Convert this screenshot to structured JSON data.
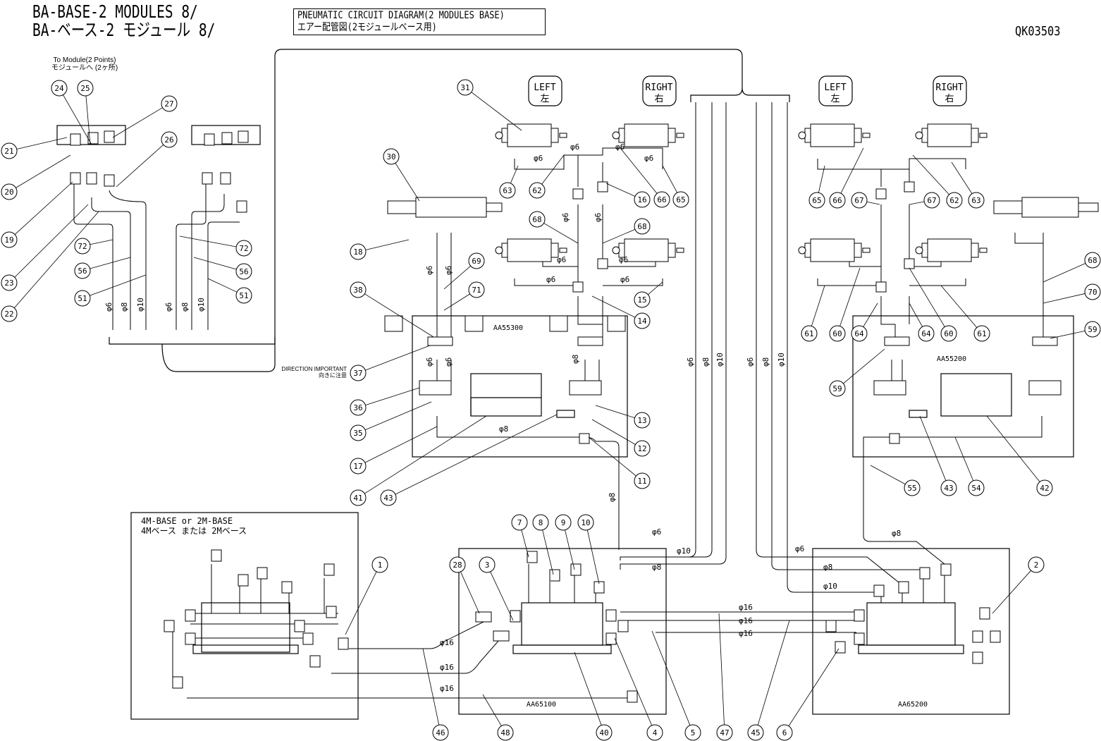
{
  "header": {
    "title_en": "BA-BASE-2 MODULES 8/",
    "title_jp": "BA-ベース-2 モジュール 8/",
    "subtitle_en": "PNEUMATIC CIRCUIT DIAGRAM(2 MODULES BASE)",
    "subtitle_jp": "エアー配管図(2モジュールベース用)",
    "drawing_number": "QK03503"
  },
  "notes": {
    "to_module_en": "To Module(2 Points)",
    "to_module_jp": "モジュールへ (2ヶ所)",
    "direction_en": "DIRECTION IMPORTANT",
    "direction_jp": "向きに注意",
    "base_en": "4M-BASE   or   2M-BASE",
    "base_jp": "4Mベース  または  2Mベース"
  },
  "side_labels": [
    {
      "en": "LEFT",
      "jp": "左"
    },
    {
      "en": "RIGHT",
      "jp": "右"
    },
    {
      "en": "LEFT",
      "jp": "左"
    },
    {
      "en": "RIGHT",
      "jp": "右"
    }
  ],
  "unit_labels": [
    "AA55300",
    "AA55200",
    "AA65100",
    "AA65200"
  ],
  "balloons": [
    "24",
    "25",
    "27",
    "21",
    "26",
    "20",
    "19",
    "72",
    "23",
    "56",
    "22",
    "51",
    "72",
    "56",
    "51",
    "31",
    "30",
    "63",
    "62",
    "16",
    "66",
    "65",
    "68",
    "68",
    "18",
    "69",
    "38",
    "71",
    "15",
    "14",
    "37",
    "36",
    "35",
    "13",
    "12",
    "17",
    "11",
    "41",
    "43",
    "65",
    "66",
    "67",
    "67",
    "62",
    "63",
    "68",
    "70",
    "59",
    "61",
    "60",
    "64",
    "64",
    "60",
    "61",
    "59",
    "55",
    "43",
    "54",
    "42",
    "1",
    "7",
    "8",
    "9",
    "10",
    "28",
    "3",
    "2",
    "46",
    "48",
    "40",
    "4",
    "5",
    "47",
    "45",
    "6"
  ],
  "pipe_labels": [
    "φ6",
    "φ8",
    "φ10",
    "φ6",
    "φ8",
    "φ10",
    "φ6",
    "φ6",
    "φ6",
    "φ6",
    "φ6",
    "φ6",
    "φ6",
    "φ6",
    "φ6",
    "φ6",
    "φ6",
    "φ6",
    "φ6",
    "φ6",
    "φ8",
    "φ6",
    "φ8",
    "φ10",
    "φ6",
    "φ8",
    "φ10",
    "φ8",
    "φ8",
    "φ6",
    "φ10",
    "φ8",
    "φ6",
    "φ8",
    "φ10",
    "φ8",
    "φ16",
    "φ16",
    "φ16",
    "φ16",
    "φ16",
    "φ16"
  ]
}
